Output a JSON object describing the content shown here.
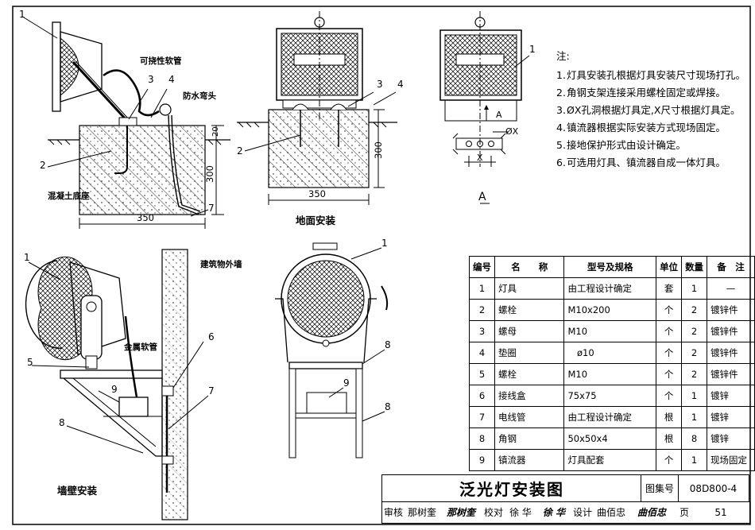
{
  "labels": {
    "callout_1": "1",
    "callout_2": "2",
    "callout_3": "3",
    "callout_4": "4",
    "callout_5": "5",
    "callout_6": "6",
    "callout_7": "7",
    "callout_8": "8",
    "callout_9": "9",
    "flexible_hose": "可挠性软管",
    "waterproof_bend": "防水弯头",
    "concrete_base": "混凝土底座",
    "ground_install": "地面安装",
    "wall_install": "墙壁安装",
    "exterior_wall": "建筑物外墙",
    "metal_hose": "金属软管",
    "section_a": "A",
    "dim_350": "350",
    "dim_300": "300",
    "dim_20": "20",
    "dim_phix": "ØX",
    "dim_x": "X"
  },
  "notes": {
    "title": "注:",
    "items": [
      {
        "num": "1.",
        "text": "灯具安装孔根据灯具安装尺寸现场打孔。"
      },
      {
        "num": "2.",
        "text": "角钢支架连接采用螺栓固定或焊接。"
      },
      {
        "num": "3.",
        "text": "ØX孔洞根据灯具定,X尺寸根据灯具定。"
      },
      {
        "num": "4.",
        "text": "镇流器根据实际安装方式现场固定。"
      },
      {
        "num": "5.",
        "text": "接地保护形式由设计确定。"
      },
      {
        "num": "6.",
        "text": "可选用灯具、镇流器自成一体灯具。"
      }
    ]
  },
  "bom": {
    "headers": [
      "编号",
      "名　　称",
      "型号及规格",
      "单位",
      "数量",
      "备　注"
    ],
    "rows": [
      [
        "1",
        "灯具",
        "由工程设计确定",
        "套",
        "1",
        "—"
      ],
      [
        "2",
        "螺栓",
        "M10x200",
        "个",
        "2",
        "镀锌件"
      ],
      [
        "3",
        "螺母",
        "M10",
        "个",
        "2",
        "镀锌件"
      ],
      [
        "4",
        "垫圈",
        "　ø10",
        "个",
        "2",
        "镀锌件"
      ],
      [
        "5",
        "螺栓",
        "M10",
        "个",
        "2",
        "镀锌件"
      ],
      [
        "6",
        "接线盒",
        "75x75",
        "个",
        "1",
        "镀锌"
      ],
      [
        "7",
        "电线管",
        "由工程设计确定",
        "根",
        "1",
        "镀锌"
      ],
      [
        "8",
        "角钢",
        "50x50x4",
        "根",
        "8",
        "镀锌"
      ],
      [
        "9",
        "镇流器",
        "灯具配套",
        "个",
        "1",
        "现场固定"
      ]
    ]
  },
  "title_block": {
    "title": "泛光灯安装图",
    "atlas_label": "图集号",
    "atlas_no": "08D800-4",
    "review_label": "审核",
    "reviewer": "那树奎",
    "check_label": "校对",
    "checker": "徐 华",
    "design_label": "设计",
    "designer": "曲佰忠",
    "page_label": "页",
    "page_no": "51"
  }
}
